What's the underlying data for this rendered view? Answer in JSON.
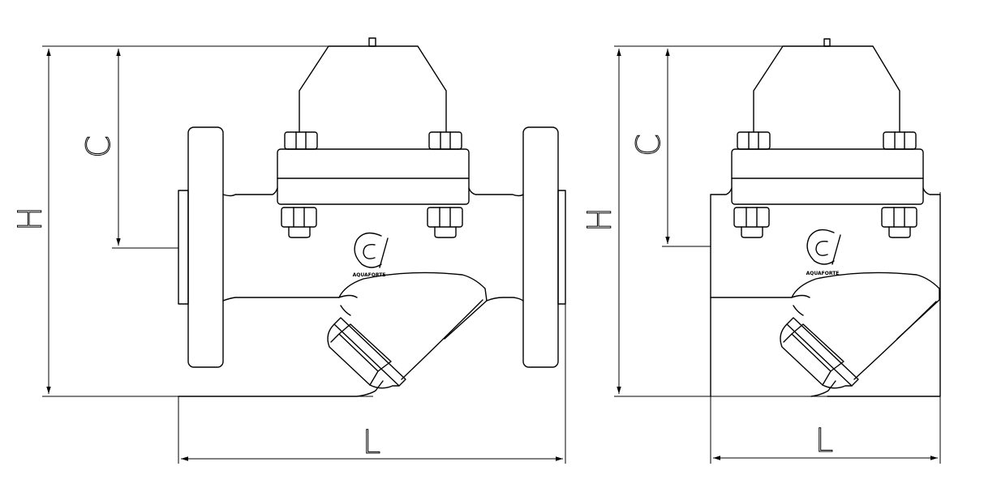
{
  "views": [
    {
      "id": "flanged",
      "labels": {
        "height": "H",
        "center": "C",
        "length": "L"
      },
      "logo_text": "AQUAFORTE"
    },
    {
      "id": "threaded",
      "labels": {
        "height": "H",
        "center": "C",
        "length": "L"
      },
      "logo_text": "AQUAFORTE"
    }
  ],
  "colors": {
    "line": "#000000",
    "background": "#ffffff"
  }
}
